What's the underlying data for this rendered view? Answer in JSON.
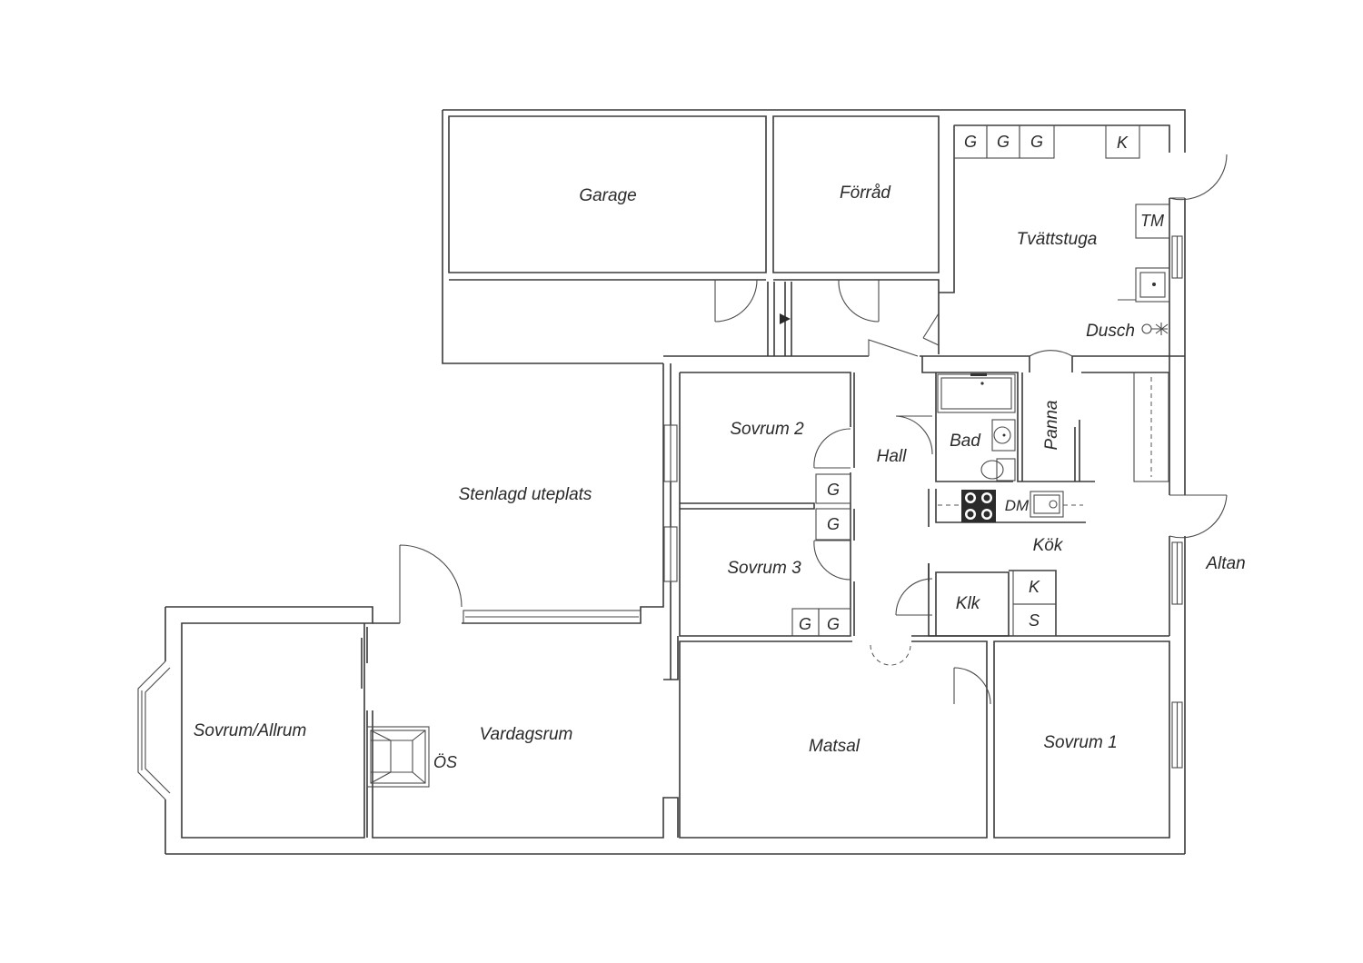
{
  "rooms": {
    "garage": "Garage",
    "forrad": "Förråd",
    "tvattstuga": "Tvättstuga",
    "dusch": "Dusch",
    "sovrum2": "Sovrum 2",
    "sovrum3": "Sovrum 3",
    "hall": "Hall",
    "bad": "Bad",
    "panna": "Panna",
    "kok": "Kök",
    "klk": "Klk",
    "altan": "Altan",
    "stenlagd": "Stenlagd uteplats",
    "sovrum_allrum": "Sovrum/Allrum",
    "vardagsrum": "Vardagsrum",
    "matsal": "Matsal",
    "sovrum1": "Sovrum 1"
  },
  "fixtures": {
    "g": "G",
    "k": "K",
    "tm": "TM",
    "dm": "DM",
    "s": "S",
    "os": "ÖS"
  },
  "colors": {
    "wall": "#3a3a3a",
    "background": "#ffffff",
    "stove": "#2b2b2b"
  }
}
